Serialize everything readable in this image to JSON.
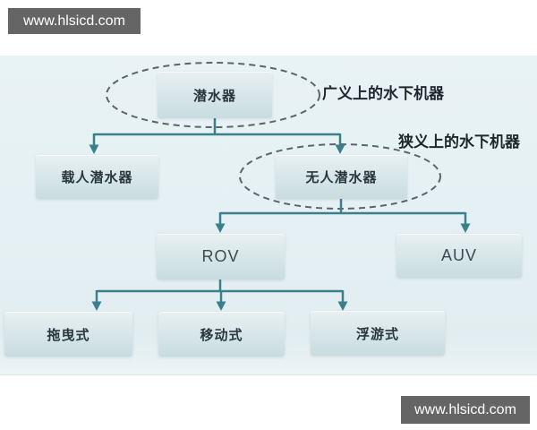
{
  "watermark": {
    "text": "www.hlsicd.com"
  },
  "diagram": {
    "type": "tree-flowchart",
    "nodes": [
      {
        "id": "submersible",
        "label": "潜水器",
        "level": 1
      },
      {
        "id": "manned-submersible",
        "label": "载人潜水器",
        "level": 2,
        "parent": "submersible"
      },
      {
        "id": "unmanned-submersible",
        "label": "无人潜水器",
        "level": 2,
        "parent": "submersible"
      },
      {
        "id": "rov",
        "label": "ROV",
        "level": 3,
        "parent": "unmanned-submersible"
      },
      {
        "id": "auv",
        "label": "AUV",
        "level": 3,
        "parent": "unmanned-submersible"
      },
      {
        "id": "towed-type",
        "label": "拖曳式",
        "level": 4,
        "parent": "rov"
      },
      {
        "id": "mobile-type",
        "label": "移动式",
        "level": 4,
        "parent": "rov"
      },
      {
        "id": "floating-type",
        "label": "浮游式",
        "level": 4,
        "parent": "rov"
      }
    ],
    "annotations": [
      {
        "id": "broad-sense",
        "label": "广义上的水下机器",
        "attached_to": "submersible"
      },
      {
        "id": "narrow-sense",
        "label": "狭义上的水下机器",
        "attached_to": "unmanned-submersible"
      }
    ],
    "colors": {
      "background": "#e6f1f4",
      "node_fill_top": "#e8f0f2",
      "node_fill_bottom": "#c8dce0",
      "node_text": "#2a363c",
      "connector": "#3b7f8b",
      "dashed_ellipse": "#5b666a",
      "annotation_text": "#1e282c",
      "watermark_bg": "#656565",
      "watermark_text": "#ffffff"
    }
  }
}
